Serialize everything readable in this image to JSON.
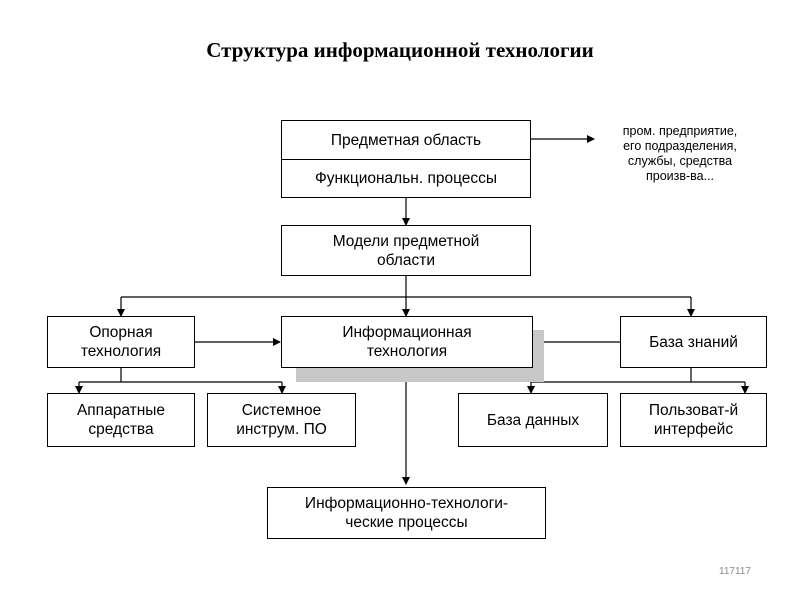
{
  "title": "Структура информационной технологии",
  "boxes": {
    "subject_area": "Предметная область",
    "functional_processes": "Функциональн. процессы",
    "subject_models": "Модели предметной\nобласти",
    "core_technology": "Опорная\nтехнология",
    "info_technology": "Информационная\nтехнология",
    "knowledge_base": "База знаний",
    "hardware": "Аппаратные\nсредства",
    "system_software": "Системное\nинструм. ПО",
    "database": "База данных",
    "user_interface": "Пользоват-й\nинтерфейс",
    "it_processes": "Информационно-технологи-\nческие процессы"
  },
  "note": "пром. предприятие,\nего подразделения,\nслужбы, средства\nпроизв-ва...",
  "page_number": "117117",
  "colors": {
    "line": "#000000",
    "shadow": "#c8c8c8"
  }
}
